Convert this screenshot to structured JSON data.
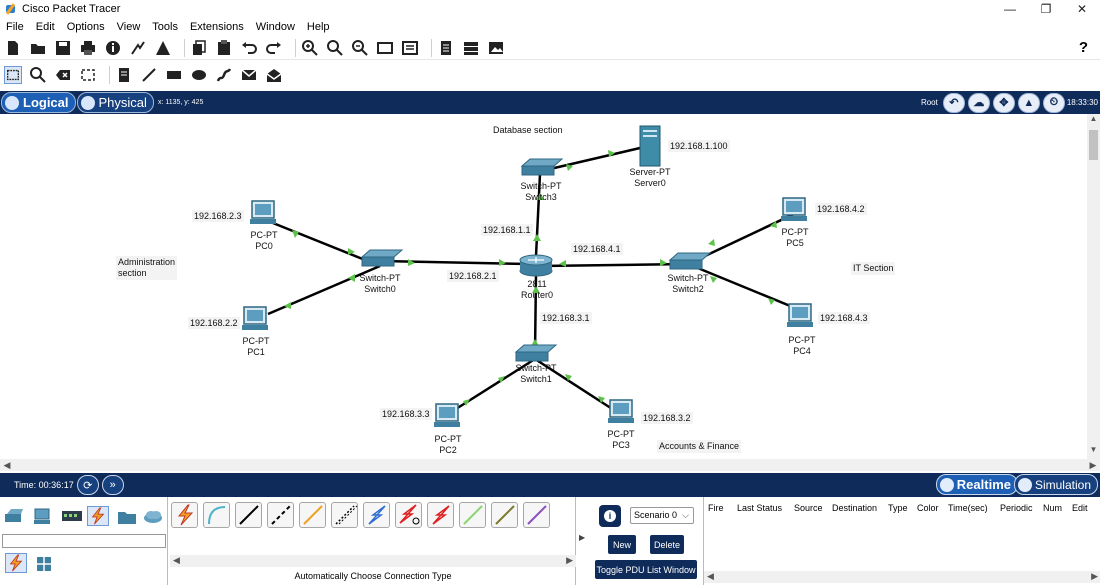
{
  "window": {
    "title": "Cisco Packet Tracer",
    "controls": [
      "—",
      "❐",
      "✕"
    ]
  },
  "menu": [
    "File",
    "Edit",
    "Options",
    "View",
    "Tools",
    "Extensions",
    "Window",
    "Help"
  ],
  "toolbar": {
    "help": "?"
  },
  "modebar": {
    "logical": "Logical",
    "physical": "Physical",
    "coords": "x: 1135, y: 425",
    "root": "Root",
    "clock": "18:33:30"
  },
  "network": {
    "devices": {
      "server0": {
        "type": "Server-PT",
        "name": "Server0",
        "ip": "192.168.1.100"
      },
      "switch3": {
        "type": "Switch-PT",
        "name": "Switch3"
      },
      "switch0": {
        "type": "Switch-PT",
        "name": "Switch0"
      },
      "switch1": {
        "type": "Switch-PT",
        "name": "Switch1"
      },
      "switch2": {
        "type": "Switch-PT",
        "name": "Switch2"
      },
      "router0": {
        "type": "2811",
        "name": "Router0"
      },
      "pc0": {
        "type": "PC-PT",
        "name": "PC0",
        "ip": "192.168.2.3"
      },
      "pc1": {
        "type": "PC-PT",
        "name": "PC1",
        "ip": "192.168.2.2"
      },
      "pc2": {
        "type": "PC-PT",
        "name": "PC2",
        "ip": "192.168.3.3"
      },
      "pc3": {
        "type": "PC-PT",
        "name": "PC3",
        "ip": "192.168.3.2"
      },
      "pc4": {
        "type": "PC-PT",
        "name": "PC4",
        "ip": "192.168.4.3"
      },
      "pc5": {
        "type": "PC-PT",
        "name": "PC5",
        "ip": "192.168.4.2"
      }
    },
    "router_interfaces": {
      "to_switch3": "192.168.1.1",
      "to_switch0": "192.168.2.1",
      "to_switch1": "192.168.3.1",
      "to_switch2": "192.168.4.1"
    },
    "notes": {
      "database": "Database section",
      "admin_line1": "Administration",
      "admin_line2": "section",
      "it": "IT Section",
      "accounts": "Accounts & Finance"
    },
    "link_color": "#000000",
    "link_light_color": "#5cc24a"
  },
  "status": {
    "time": "Time: 00:36:17",
    "realtime": "Realtime",
    "simulation": "Simulation"
  },
  "bottom": {
    "connection_caption": "Automatically Choose Connection Type",
    "scenario": "Scenario 0",
    "new": "New",
    "delete": "Delete",
    "toggle_pdu": "Toggle PDU List Window",
    "pdu_columns": [
      "Fire",
      "Last Status",
      "Source",
      "Destination",
      "Type",
      "Color",
      "Time(sec)",
      "Periodic",
      "Num",
      "Edit"
    ]
  },
  "colors": {
    "navy": "#0f2b5a",
    "accent_blue": "#1d5fb4"
  }
}
